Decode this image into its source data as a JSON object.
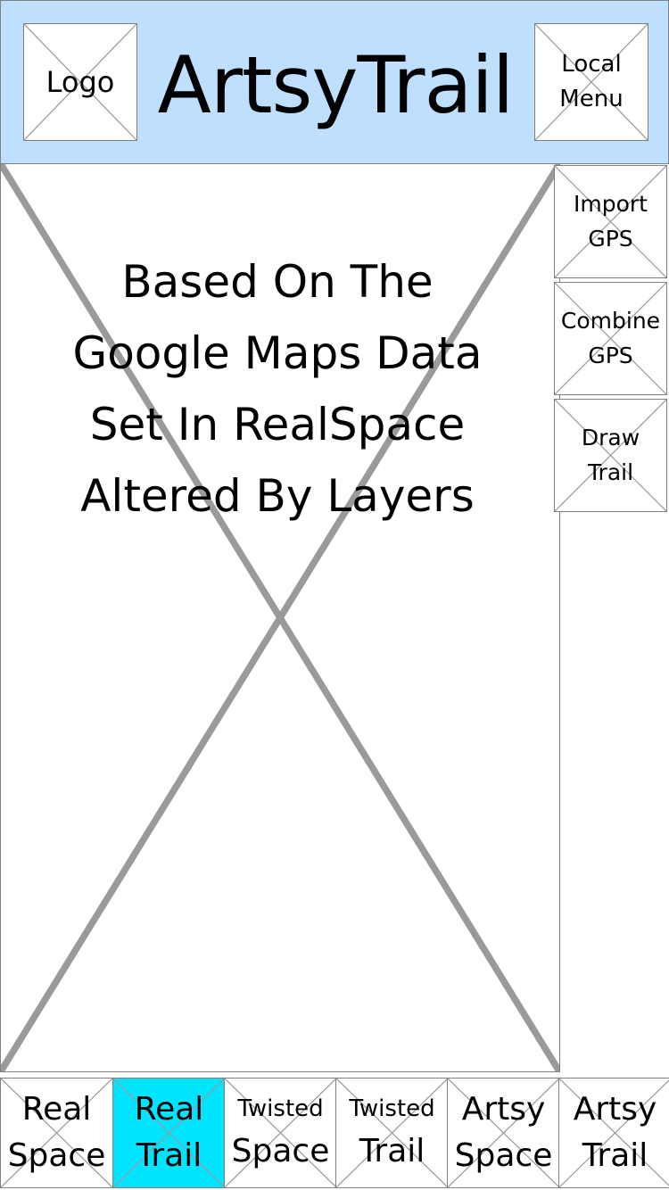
{
  "header": {
    "logo": "Logo",
    "title": "ArtsyTrail",
    "local_menu": "Local\nMenu"
  },
  "map": {
    "placeholder_text": "Based On The\nGoogle Maps Data\nSet In RealSpace\nAltered By Layers"
  },
  "side_buttons": {
    "import_gps": "Import\nGPS",
    "combine_gps": "Combine\nGPS",
    "draw_trail": "Draw\nTrail"
  },
  "tabs": [
    {
      "line1": "Real",
      "line2": "Space",
      "selected": false
    },
    {
      "line1": "Real",
      "line2": "Trail",
      "selected": true
    },
    {
      "line1": "Twisted",
      "line2": "Space",
      "selected": false
    },
    {
      "line1": "Twisted",
      "line2": "Trail",
      "selected": false
    },
    {
      "line1": "Artsy",
      "line2": "Space",
      "selected": false
    },
    {
      "line1": "Artsy",
      "line2": "Trail",
      "selected": false
    }
  ],
  "colors": {
    "header_bg": "#bfdfff",
    "selected_tab": "#00e5ff",
    "border": "#808080"
  }
}
